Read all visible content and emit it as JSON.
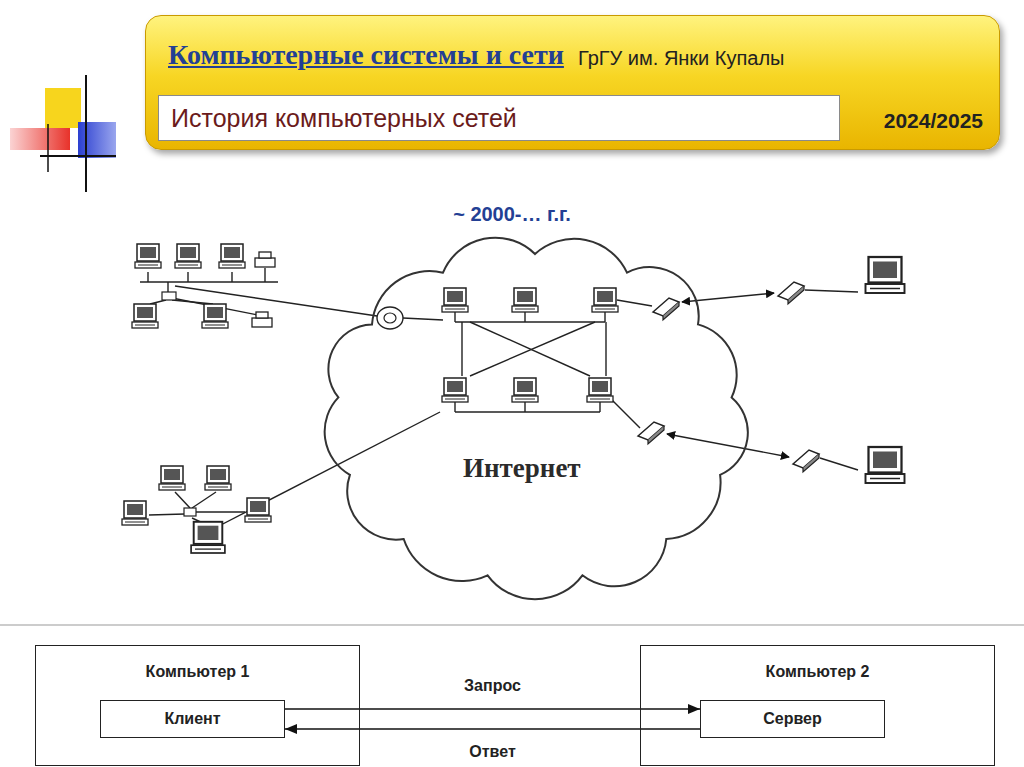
{
  "diagram": {
    "nodes": [
      {
        "text": [
          "Компьютерные системы и сети",
          "ГрГУ им. Янки Купалы",
          "2024/2025"
        ]
      },
      {
        "text": [
          "История компьютерных сетей"
        ],
        "in": 0
      },
      {
        "text": [
          "Интернет"
        ]
      },
      {
        "text": [
          "Компьютер 1"
        ]
      },
      {
        "text": [
          "Клиент"
        ],
        "in": 3
      },
      {
        "text": [
          "Компьютер 2"
        ]
      },
      {
        "text": [
          "Сервер"
        ],
        "in": 5
      }
    ],
    "edges": [
      {
        "from": 4,
        "to": 6,
        "label": "Запрос",
        "arrow": "to"
      },
      {
        "from": 6,
        "to": 4,
        "label": "Ответ",
        "arrow": "to"
      }
    ],
    "labels": [
      "~ 2000-… г.г."
    ]
  }
}
